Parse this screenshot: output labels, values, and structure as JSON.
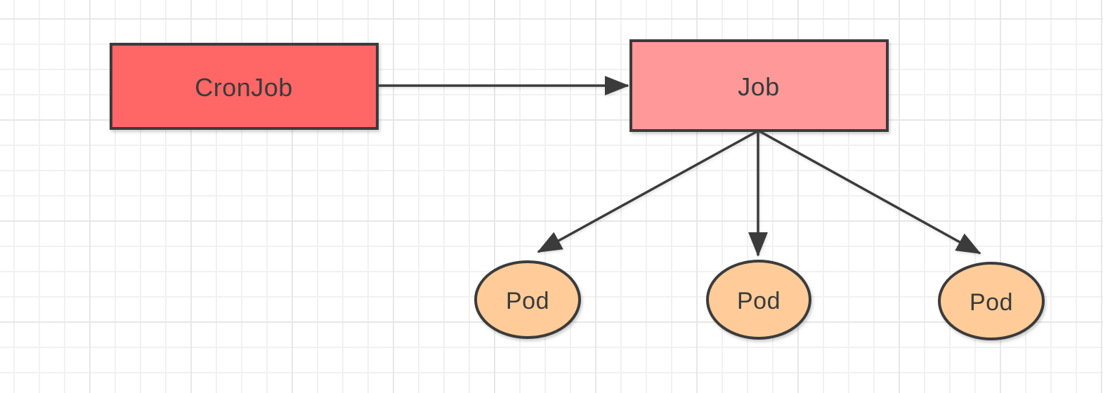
{
  "canvas": {
    "background": "#ffffff",
    "grid_minor_color": "#f1f1f1",
    "grid_major_color": "#e7e7e7"
  },
  "diagram": {
    "type": "flowchart",
    "description": "CronJob triggers a Job which spawns three Pods",
    "text_color": "#3b3b3b",
    "stroke_color": "#3b3b3b",
    "nodes": [
      {
        "id": "cronjob",
        "label": "CronJob",
        "shape": "rectangle",
        "fill": "#ff6666",
        "stroke": "#3b3b3b"
      },
      {
        "id": "job",
        "label": "Job",
        "shape": "rectangle",
        "fill": "#ff9999",
        "stroke": "#3b3b3b"
      },
      {
        "id": "pod-1",
        "label": "Pod",
        "shape": "ellipse",
        "fill": "#ffcc99",
        "stroke": "#3b3b3b"
      },
      {
        "id": "pod-2",
        "label": "Pod",
        "shape": "ellipse",
        "fill": "#ffcc99",
        "stroke": "#3b3b3b"
      },
      {
        "id": "pod-3",
        "label": "Pod",
        "shape": "ellipse",
        "fill": "#ffcc99",
        "stroke": "#3b3b3b"
      }
    ],
    "edges": [
      {
        "from": "cronjob",
        "to": "job",
        "color": "#3b3b3b",
        "arrowhead": "filled-triangle"
      },
      {
        "from": "job",
        "to": "pod-1",
        "color": "#3b3b3b",
        "arrowhead": "filled-triangle"
      },
      {
        "from": "job",
        "to": "pod-2",
        "color": "#3b3b3b",
        "arrowhead": "filled-triangle"
      },
      {
        "from": "job",
        "to": "pod-3",
        "color": "#3b3b3b",
        "arrowhead": "filled-triangle"
      }
    ]
  }
}
